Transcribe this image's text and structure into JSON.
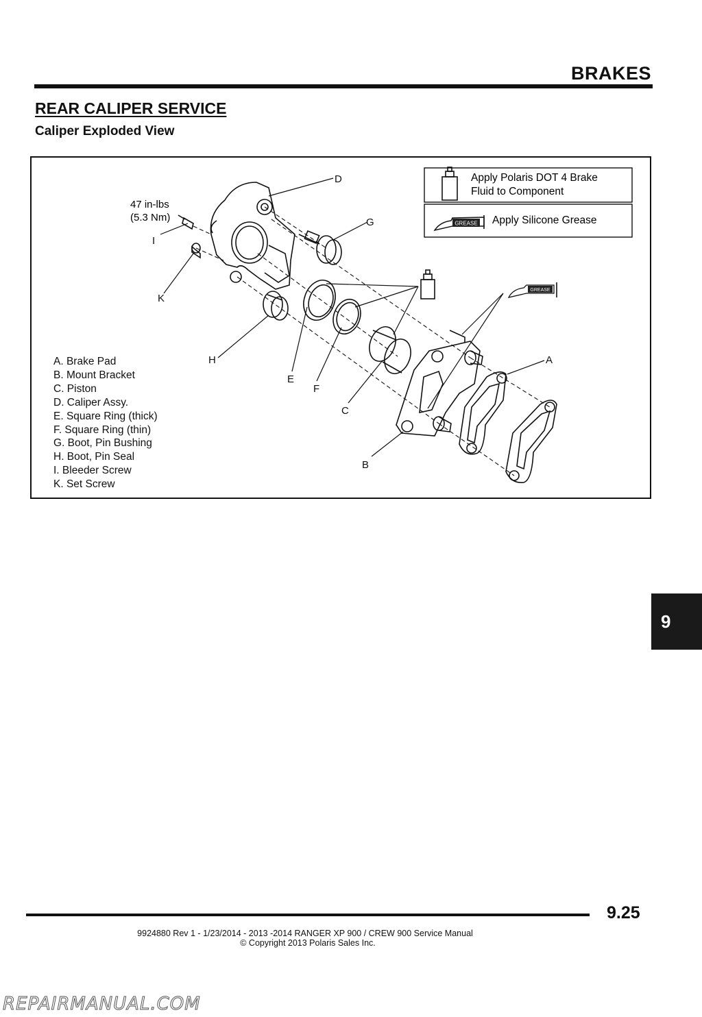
{
  "header": {
    "chapter_title": "BRAKES"
  },
  "section": {
    "title": "REAR CALIPER SERVICE",
    "subtitle": "Caliper Exploded View"
  },
  "figure": {
    "torque": {
      "line1": "47 in-lbs",
      "line2": "(5.3 Nm)"
    },
    "callouts": [
      "A",
      "B",
      "C",
      "D",
      "E",
      "F",
      "G",
      "H",
      "I",
      "K"
    ],
    "key": {
      "brake_fluid_text_line1": "Apply Polaris DOT 4 Brake",
      "brake_fluid_text_line2": "Fluid to Component",
      "grease_text": "Apply Silicone Grease",
      "grease_icon_label": "GREASE"
    },
    "legend": [
      "A. Brake Pad",
      "B. Mount Bracket",
      "C. Piston",
      "D. Caliper Assy.",
      "E. Square Ring (thick)",
      "F. Square Ring (thin)",
      "G. Boot, Pin Bushing",
      "H. Boot, Pin Seal",
      "I. Bleeder Screw",
      "K. Set Screw"
    ]
  },
  "chapter_tab": "9",
  "footer": {
    "page_number": "9.25",
    "line1": "9924880 Rev 1 - 1/23/2014 - 2013 -2014 RANGER XP 900 / CREW 900 Service Manual",
    "line2": "© Copyright 2013 Polaris Sales Inc."
  },
  "watermark": "REPAIRMANUAL.COM"
}
